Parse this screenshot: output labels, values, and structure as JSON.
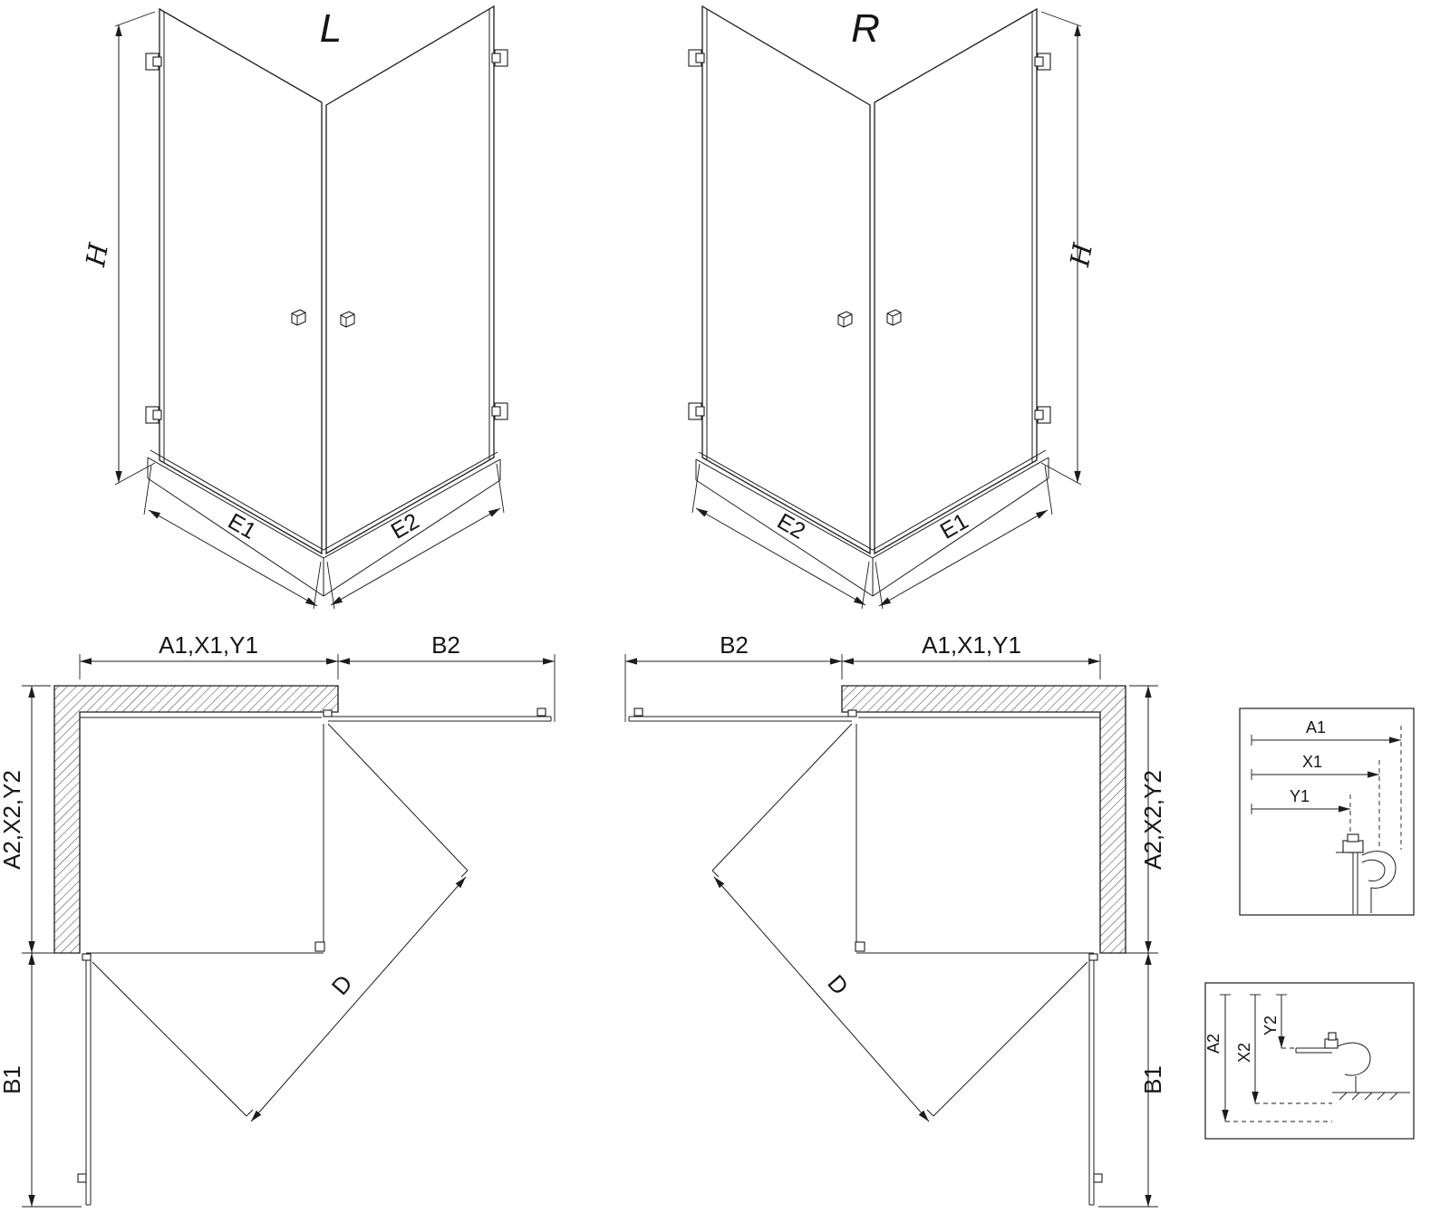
{
  "sheet": {
    "background": "#ffffff",
    "line_color": "#1c1c1c"
  },
  "iso_left": {
    "label": "L",
    "dim_h": "H",
    "dim_e1": "E1",
    "dim_e2": "E2"
  },
  "iso_right": {
    "label": "R",
    "dim_h": "H",
    "dim_e1": "E1",
    "dim_e2": "E2"
  },
  "plan_left": {
    "dim_top": "A1,X1,Y1",
    "dim_top_right": "B2",
    "dim_left": "A2,X2,Y2",
    "dim_bottom_left": "B1",
    "dim_diagonal": "D"
  },
  "plan_right": {
    "dim_top_left": "B2",
    "dim_top": "A1,X1,Y1",
    "dim_right": "A2,X2,Y2",
    "dim_bottom_right": "B1",
    "dim_diagonal": "D"
  },
  "detail_top": {
    "dim_a": "A1",
    "dim_x": "X1",
    "dim_y": "Y1"
  },
  "detail_bottom": {
    "dim_a": "A2",
    "dim_x": "X2",
    "dim_y": "Y2"
  }
}
